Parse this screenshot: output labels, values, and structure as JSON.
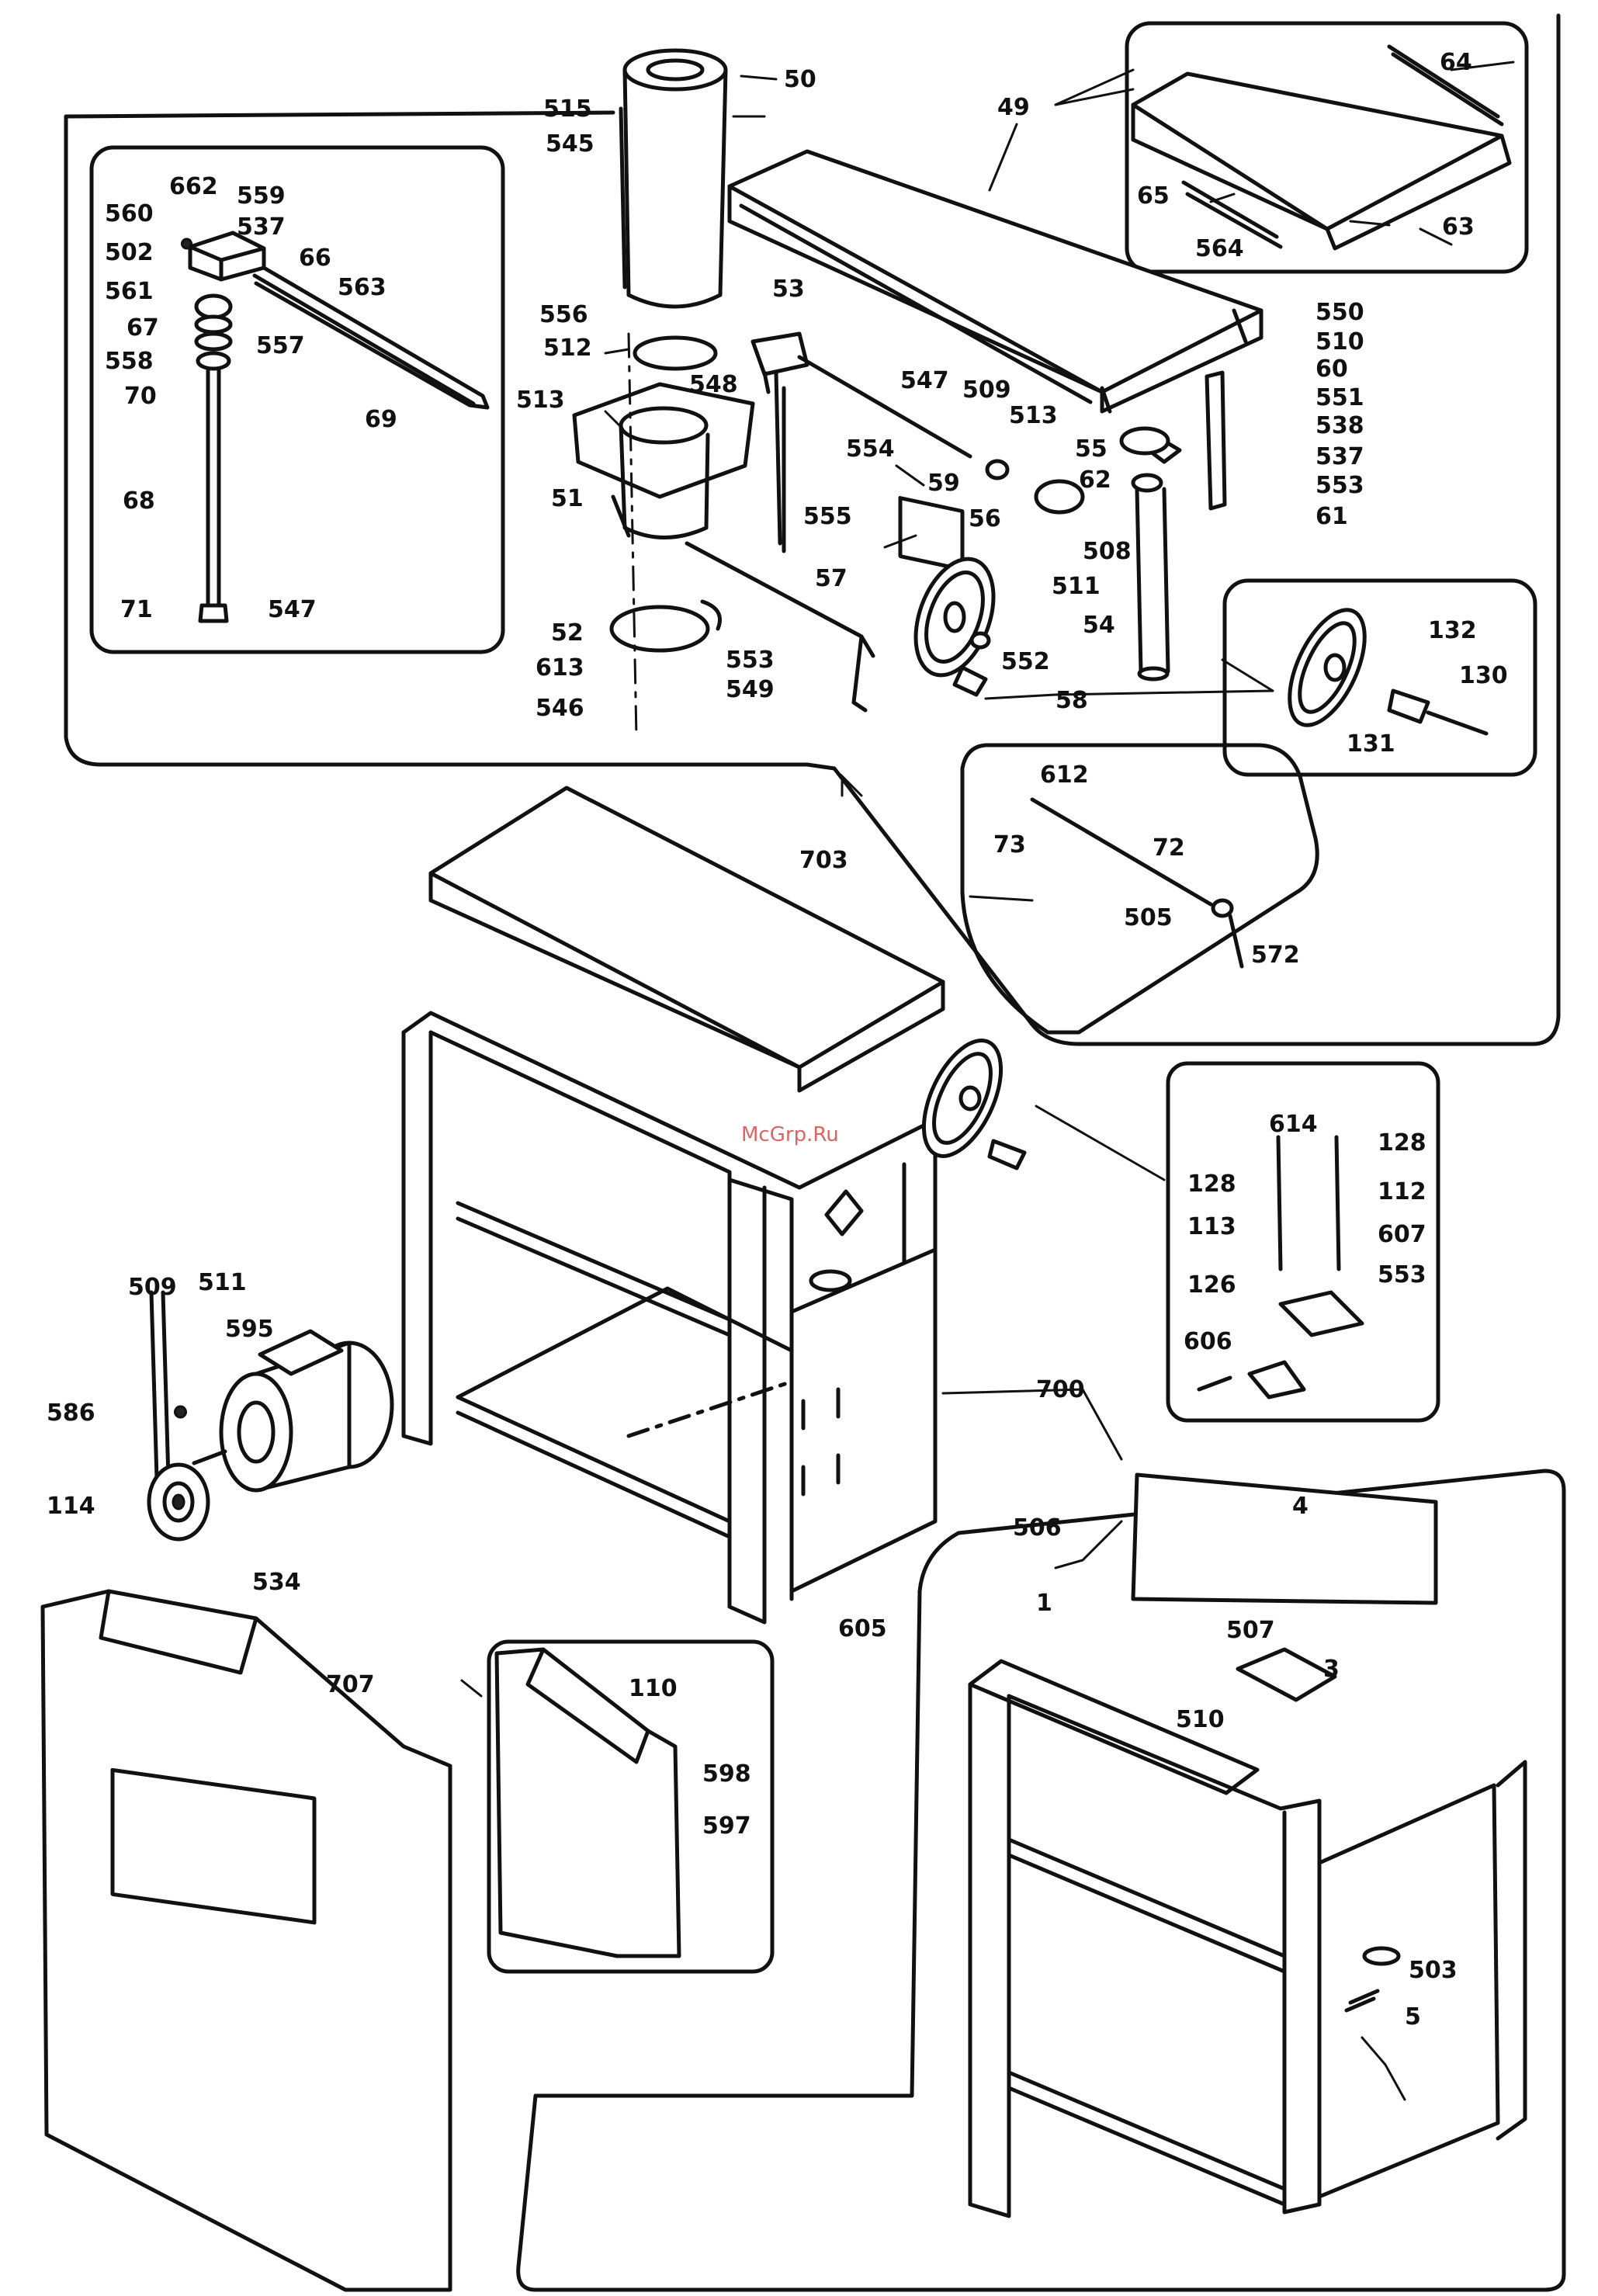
{
  "watermark": "McGrp.Ru",
  "callouts": [
    {
      "id": "50",
      "text": "50"
    },
    {
      "id": "515",
      "text": "515"
    },
    {
      "id": "545",
      "text": "545"
    },
    {
      "id": "49",
      "text": "49"
    },
    {
      "id": "64",
      "text": "64"
    },
    {
      "id": "65",
      "text": "65"
    },
    {
      "id": "564",
      "text": "564"
    },
    {
      "id": "63",
      "text": "63"
    },
    {
      "id": "662",
      "text": "662"
    },
    {
      "id": "559",
      "text": "559"
    },
    {
      "id": "560",
      "text": "560"
    },
    {
      "id": "537a",
      "text": "537"
    },
    {
      "id": "502",
      "text": "502"
    },
    {
      "id": "66",
      "text": "66"
    },
    {
      "id": "561",
      "text": "561"
    },
    {
      "id": "563",
      "text": "563"
    },
    {
      "id": "67",
      "text": "67"
    },
    {
      "id": "557",
      "text": "557"
    },
    {
      "id": "558",
      "text": "558"
    },
    {
      "id": "70",
      "text": "70"
    },
    {
      "id": "69",
      "text": "69"
    },
    {
      "id": "68",
      "text": "68"
    },
    {
      "id": "71",
      "text": "71"
    },
    {
      "id": "547a",
      "text": "547"
    },
    {
      "id": "53",
      "text": "53"
    },
    {
      "id": "556",
      "text": "556"
    },
    {
      "id": "512",
      "text": "512"
    },
    {
      "id": "513a",
      "text": "513"
    },
    {
      "id": "548",
      "text": "548"
    },
    {
      "id": "51",
      "text": "51"
    },
    {
      "id": "555",
      "text": "555"
    },
    {
      "id": "52",
      "text": "52"
    },
    {
      "id": "613",
      "text": "613"
    },
    {
      "id": "546",
      "text": "546"
    },
    {
      "id": "553a",
      "text": "553"
    },
    {
      "id": "549",
      "text": "549"
    },
    {
      "id": "57",
      "text": "57"
    },
    {
      "id": "547b",
      "text": "547"
    },
    {
      "id": "509a",
      "text": "509"
    },
    {
      "id": "513b",
      "text": "513"
    },
    {
      "id": "554",
      "text": "554"
    },
    {
      "id": "59",
      "text": "59"
    },
    {
      "id": "56",
      "text": "56"
    },
    {
      "id": "511a",
      "text": "511"
    },
    {
      "id": "508",
      "text": "508"
    },
    {
      "id": "552",
      "text": "552"
    },
    {
      "id": "58",
      "text": "58"
    },
    {
      "id": "550",
      "text": "550"
    },
    {
      "id": "510a",
      "text": "510"
    },
    {
      "id": "60",
      "text": "60"
    },
    {
      "id": "551",
      "text": "551"
    },
    {
      "id": "538",
      "text": "538"
    },
    {
      "id": "55",
      "text": "55"
    },
    {
      "id": "537b",
      "text": "537"
    },
    {
      "id": "62",
      "text": "62"
    },
    {
      "id": "553b",
      "text": "553"
    },
    {
      "id": "61",
      "text": "61"
    },
    {
      "id": "54",
      "text": "54"
    },
    {
      "id": "132",
      "text": "132"
    },
    {
      "id": "130",
      "text": "130"
    },
    {
      "id": "131",
      "text": "131"
    },
    {
      "id": "612",
      "text": "612"
    },
    {
      "id": "73",
      "text": "73"
    },
    {
      "id": "72",
      "text": "72"
    },
    {
      "id": "505",
      "text": "505"
    },
    {
      "id": "572",
      "text": "572"
    },
    {
      "id": "703",
      "text": "703"
    },
    {
      "id": "614",
      "text": "614"
    },
    {
      "id": "128a",
      "text": "128"
    },
    {
      "id": "128b",
      "text": "128"
    },
    {
      "id": "112",
      "text": "112"
    },
    {
      "id": "113",
      "text": "113"
    },
    {
      "id": "607",
      "text": "607"
    },
    {
      "id": "553c",
      "text": "553"
    },
    {
      "id": "126",
      "text": "126"
    },
    {
      "id": "606",
      "text": "606"
    },
    {
      "id": "700",
      "text": "700"
    },
    {
      "id": "509b",
      "text": "509"
    },
    {
      "id": "511b",
      "text": "511"
    },
    {
      "id": "595",
      "text": "595"
    },
    {
      "id": "586",
      "text": "586"
    },
    {
      "id": "114",
      "text": "114"
    },
    {
      "id": "534",
      "text": "534"
    },
    {
      "id": "605",
      "text": "605"
    },
    {
      "id": "707",
      "text": "707"
    },
    {
      "id": "110",
      "text": "110"
    },
    {
      "id": "598",
      "text": "598"
    },
    {
      "id": "597",
      "text": "597"
    },
    {
      "id": "506",
      "text": "506"
    },
    {
      "id": "4",
      "text": "4"
    },
    {
      "id": "1",
      "text": "1"
    },
    {
      "id": "507",
      "text": "507"
    },
    {
      "id": "3",
      "text": "3"
    },
    {
      "id": "510b",
      "text": "510"
    },
    {
      "id": "503",
      "text": "503"
    },
    {
      "id": "5",
      "text": "5"
    }
  ]
}
